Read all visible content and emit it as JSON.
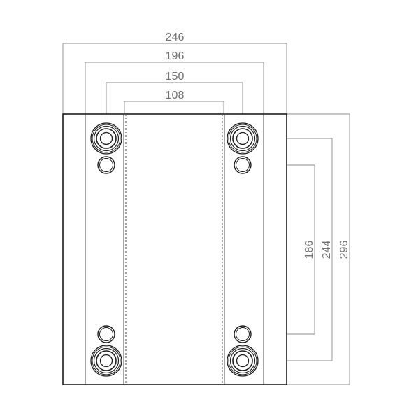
{
  "dimensions": {
    "horizontal": {
      "outer_width": "246",
      "strip_span": "196",
      "hole_spacing_x": "150",
      "center_strip": "108"
    },
    "vertical": {
      "small_hole_spacing": "186",
      "large_hole_spacing": "244",
      "outer_height": "296"
    }
  },
  "colors": {
    "outline": "#1e1e1e",
    "dimension": "#8c8c8c",
    "label": "#707070"
  }
}
